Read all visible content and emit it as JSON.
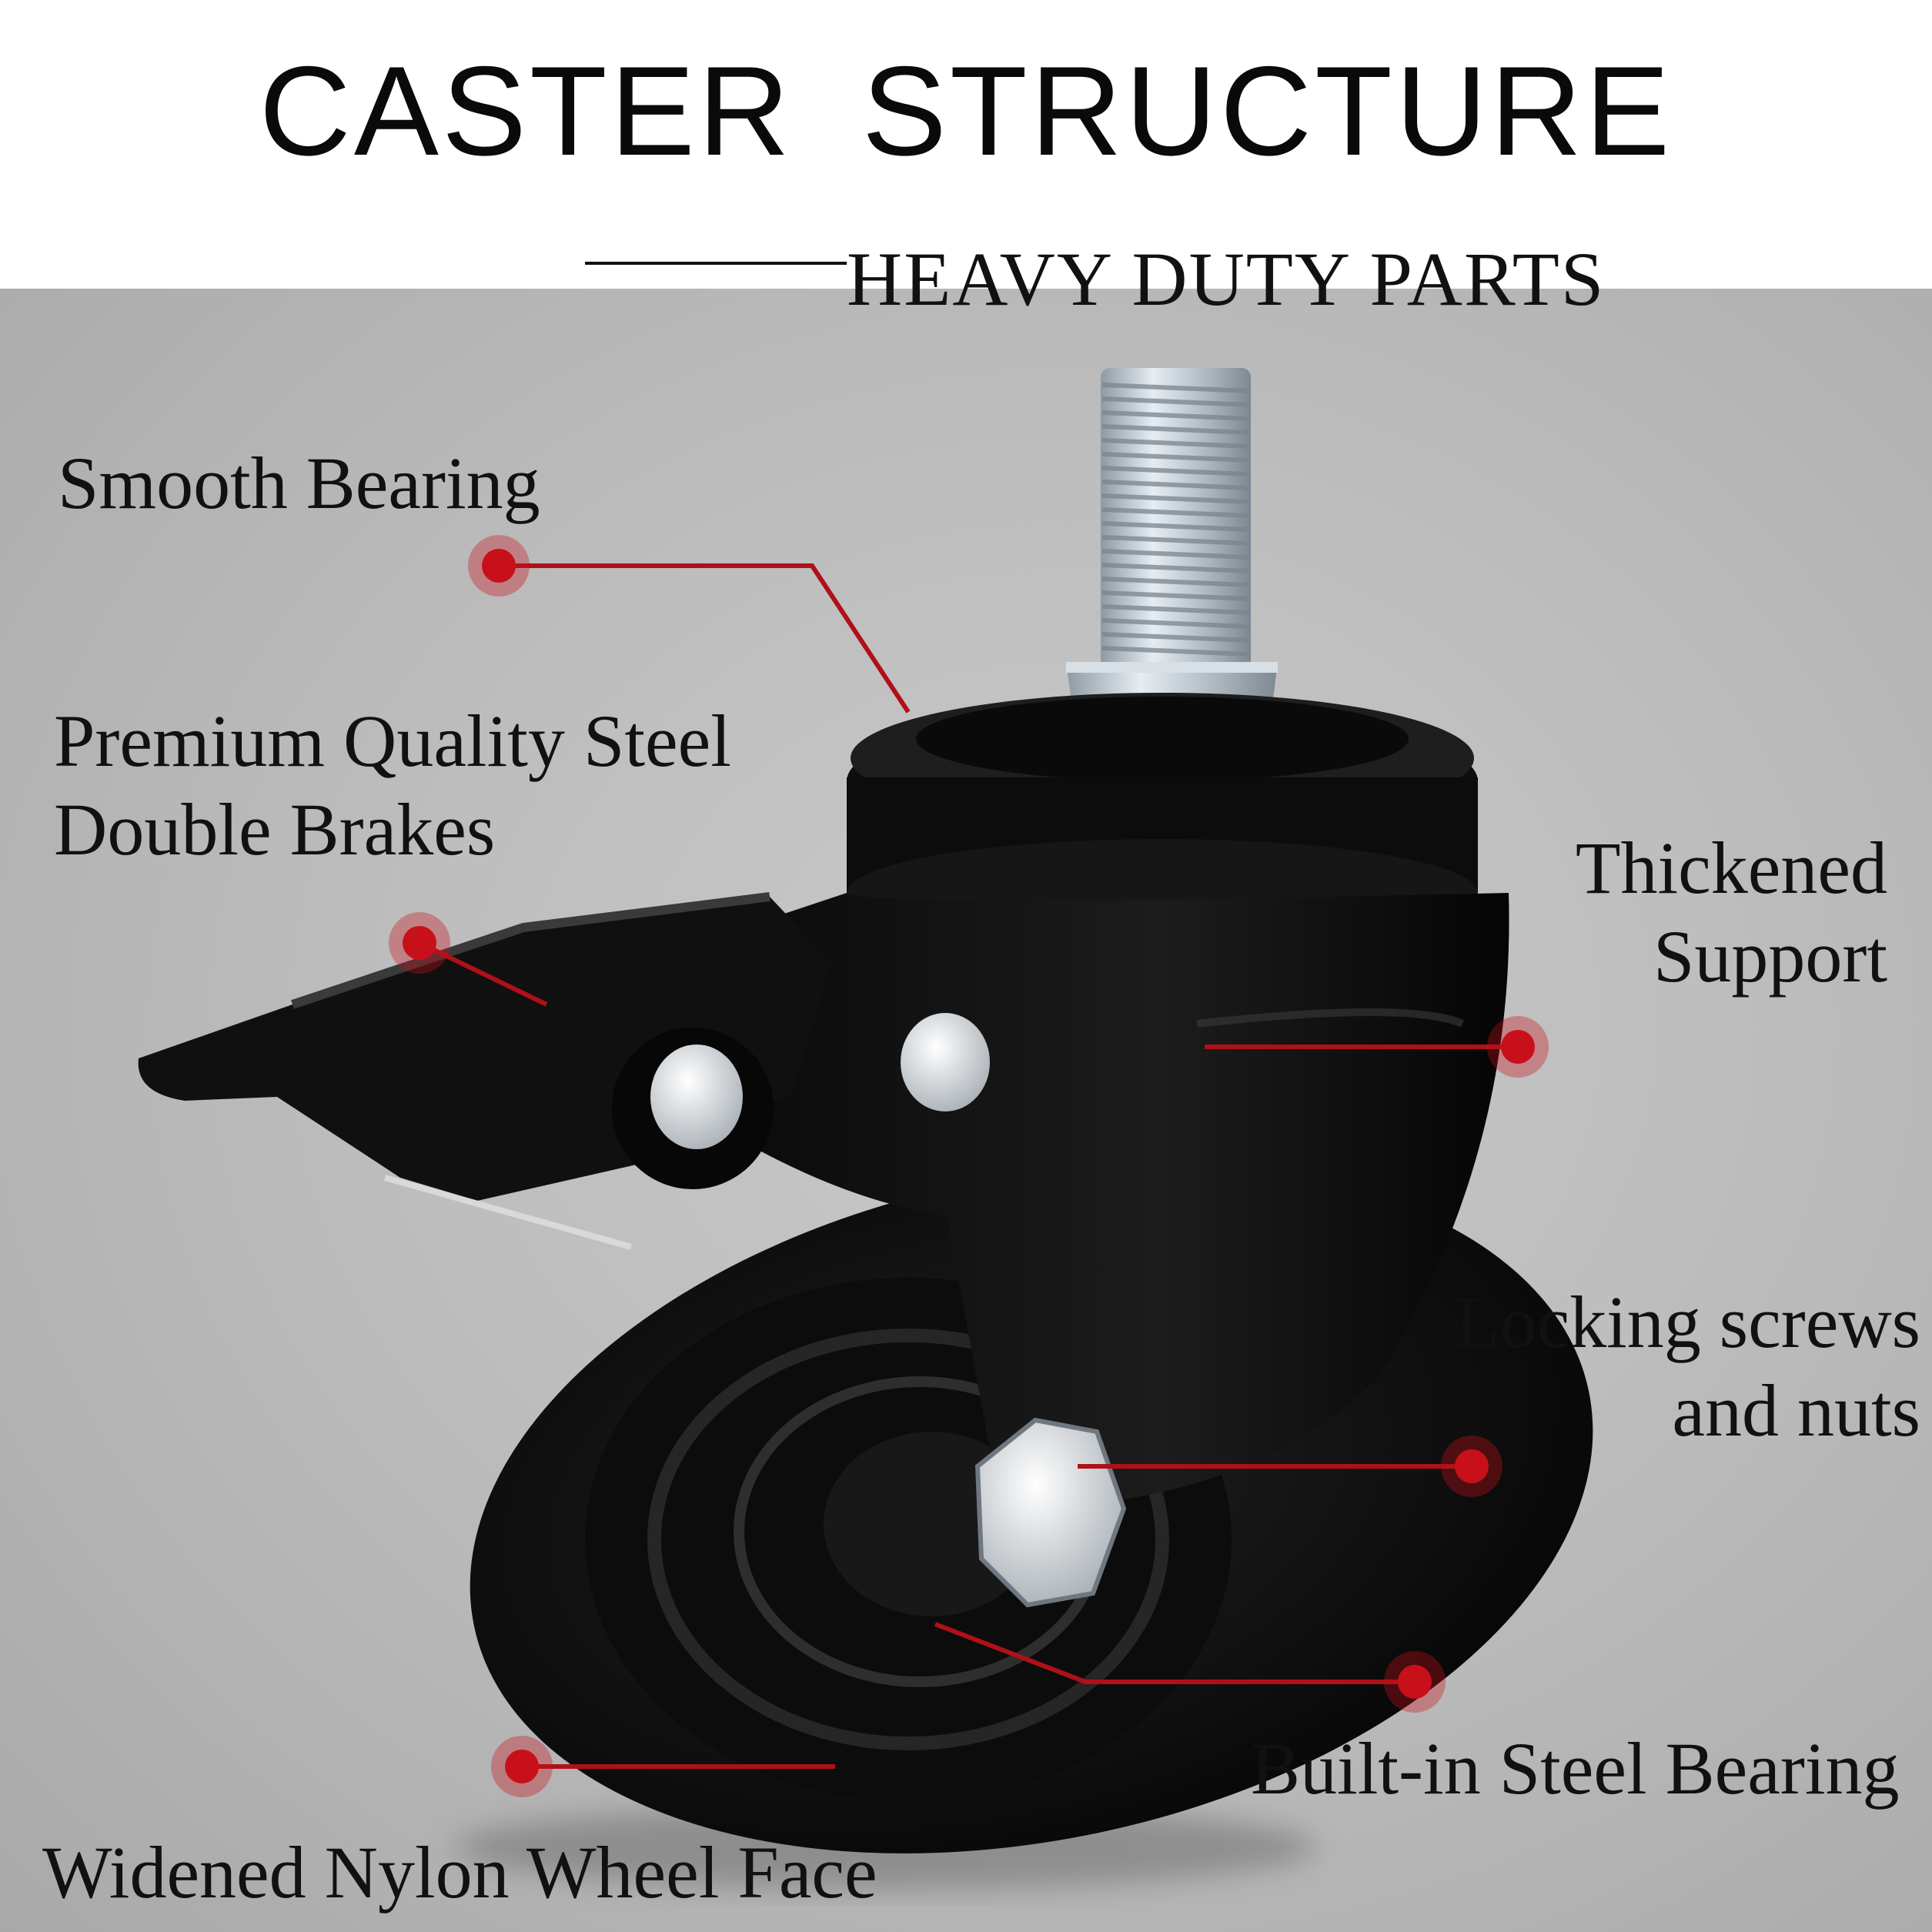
{
  "header": {
    "title": "CASTER  STRUCTURE",
    "subtitle": "HEAVY DUTY PARTS"
  },
  "callouts": [
    {
      "id": "smooth-bearing",
      "lines": [
        "Smooth Bearing"
      ]
    },
    {
      "id": "double-brakes",
      "lines": [
        "Premium Quality Steel",
        "Double Brakes"
      ]
    },
    {
      "id": "thickened-support",
      "lines": [
        "Thickened",
        "Support"
      ]
    },
    {
      "id": "locking-screws",
      "lines": [
        "Locking screws",
        "and nuts"
      ]
    },
    {
      "id": "steel-bearing",
      "lines": [
        "Built-in Steel Bearing"
      ]
    },
    {
      "id": "wheel-face",
      "lines": [
        "Widened Nylon Wheel Face"
      ]
    }
  ],
  "colors": {
    "marker": "#c8101a",
    "leader_line": "#b01018",
    "caster_body": "#111111",
    "stem": "#b9c3cb"
  }
}
